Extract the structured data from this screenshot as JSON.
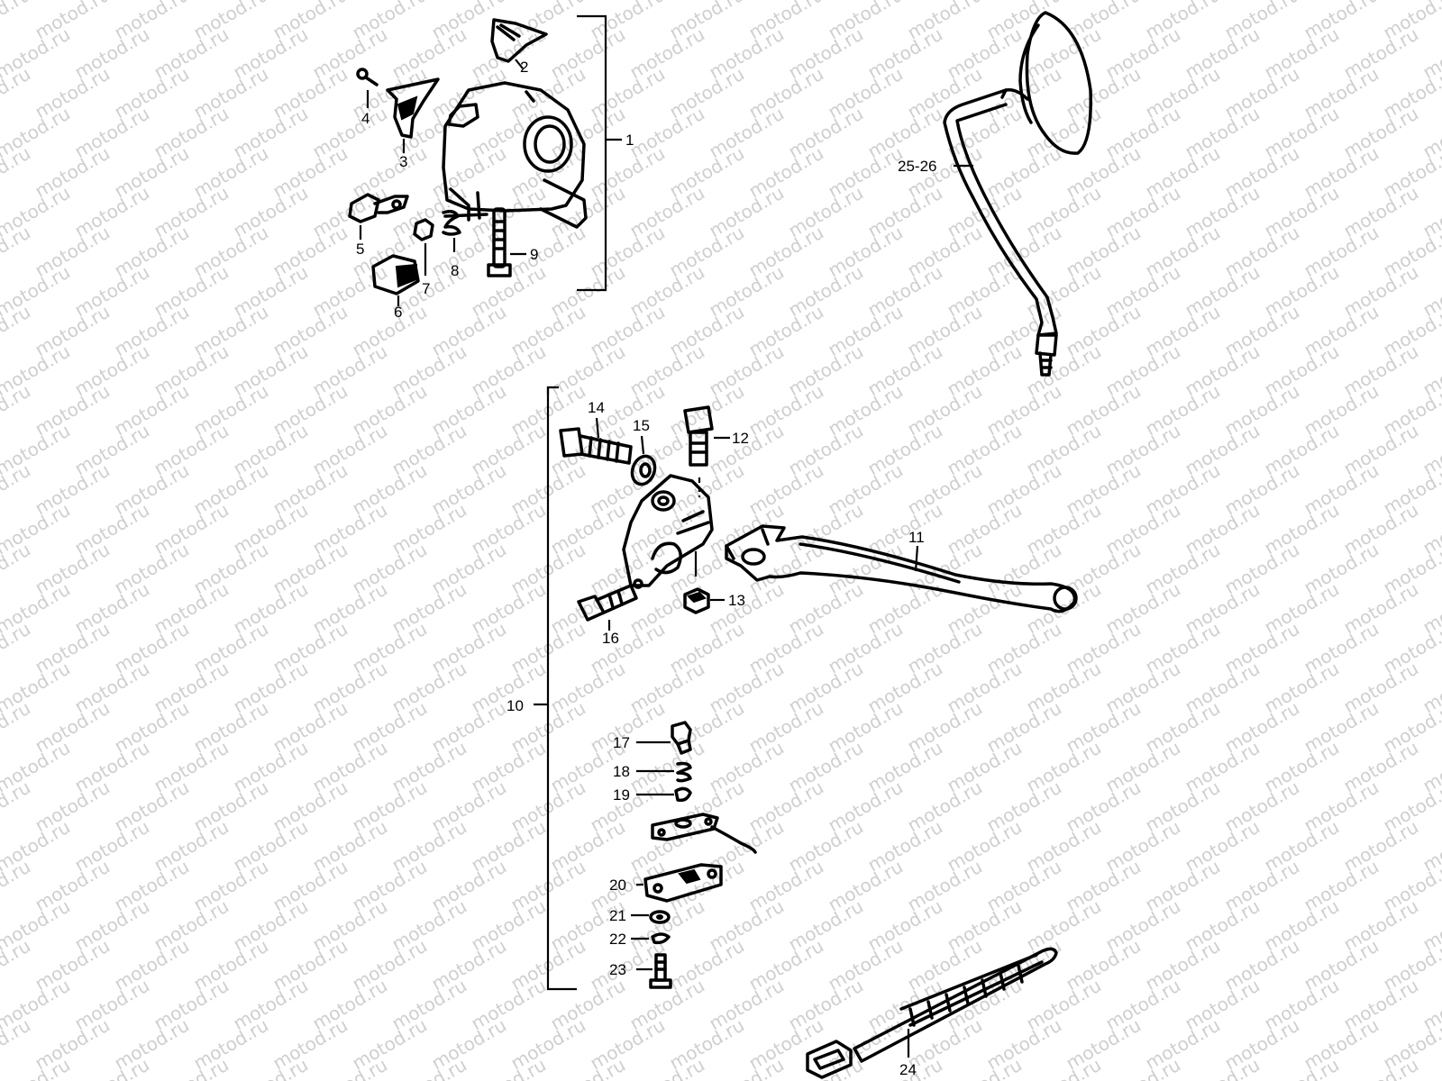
{
  "watermark": "motod.ru",
  "callouts": {
    "c1": "1",
    "c2": "2",
    "c3": "3",
    "c4": "4",
    "c5": "5",
    "c6": "6",
    "c7": "7",
    "c8": "8",
    "c9": "9",
    "c10": "10",
    "c11": "11",
    "c12": "12",
    "c13": "13",
    "c14": "14",
    "c15": "15",
    "c16": "16",
    "c17": "17",
    "c18": "18",
    "c19": "19",
    "c20": "20",
    "c21": "21",
    "c22": "22",
    "c23": "23",
    "c24": "24",
    "c25": "25-26"
  }
}
